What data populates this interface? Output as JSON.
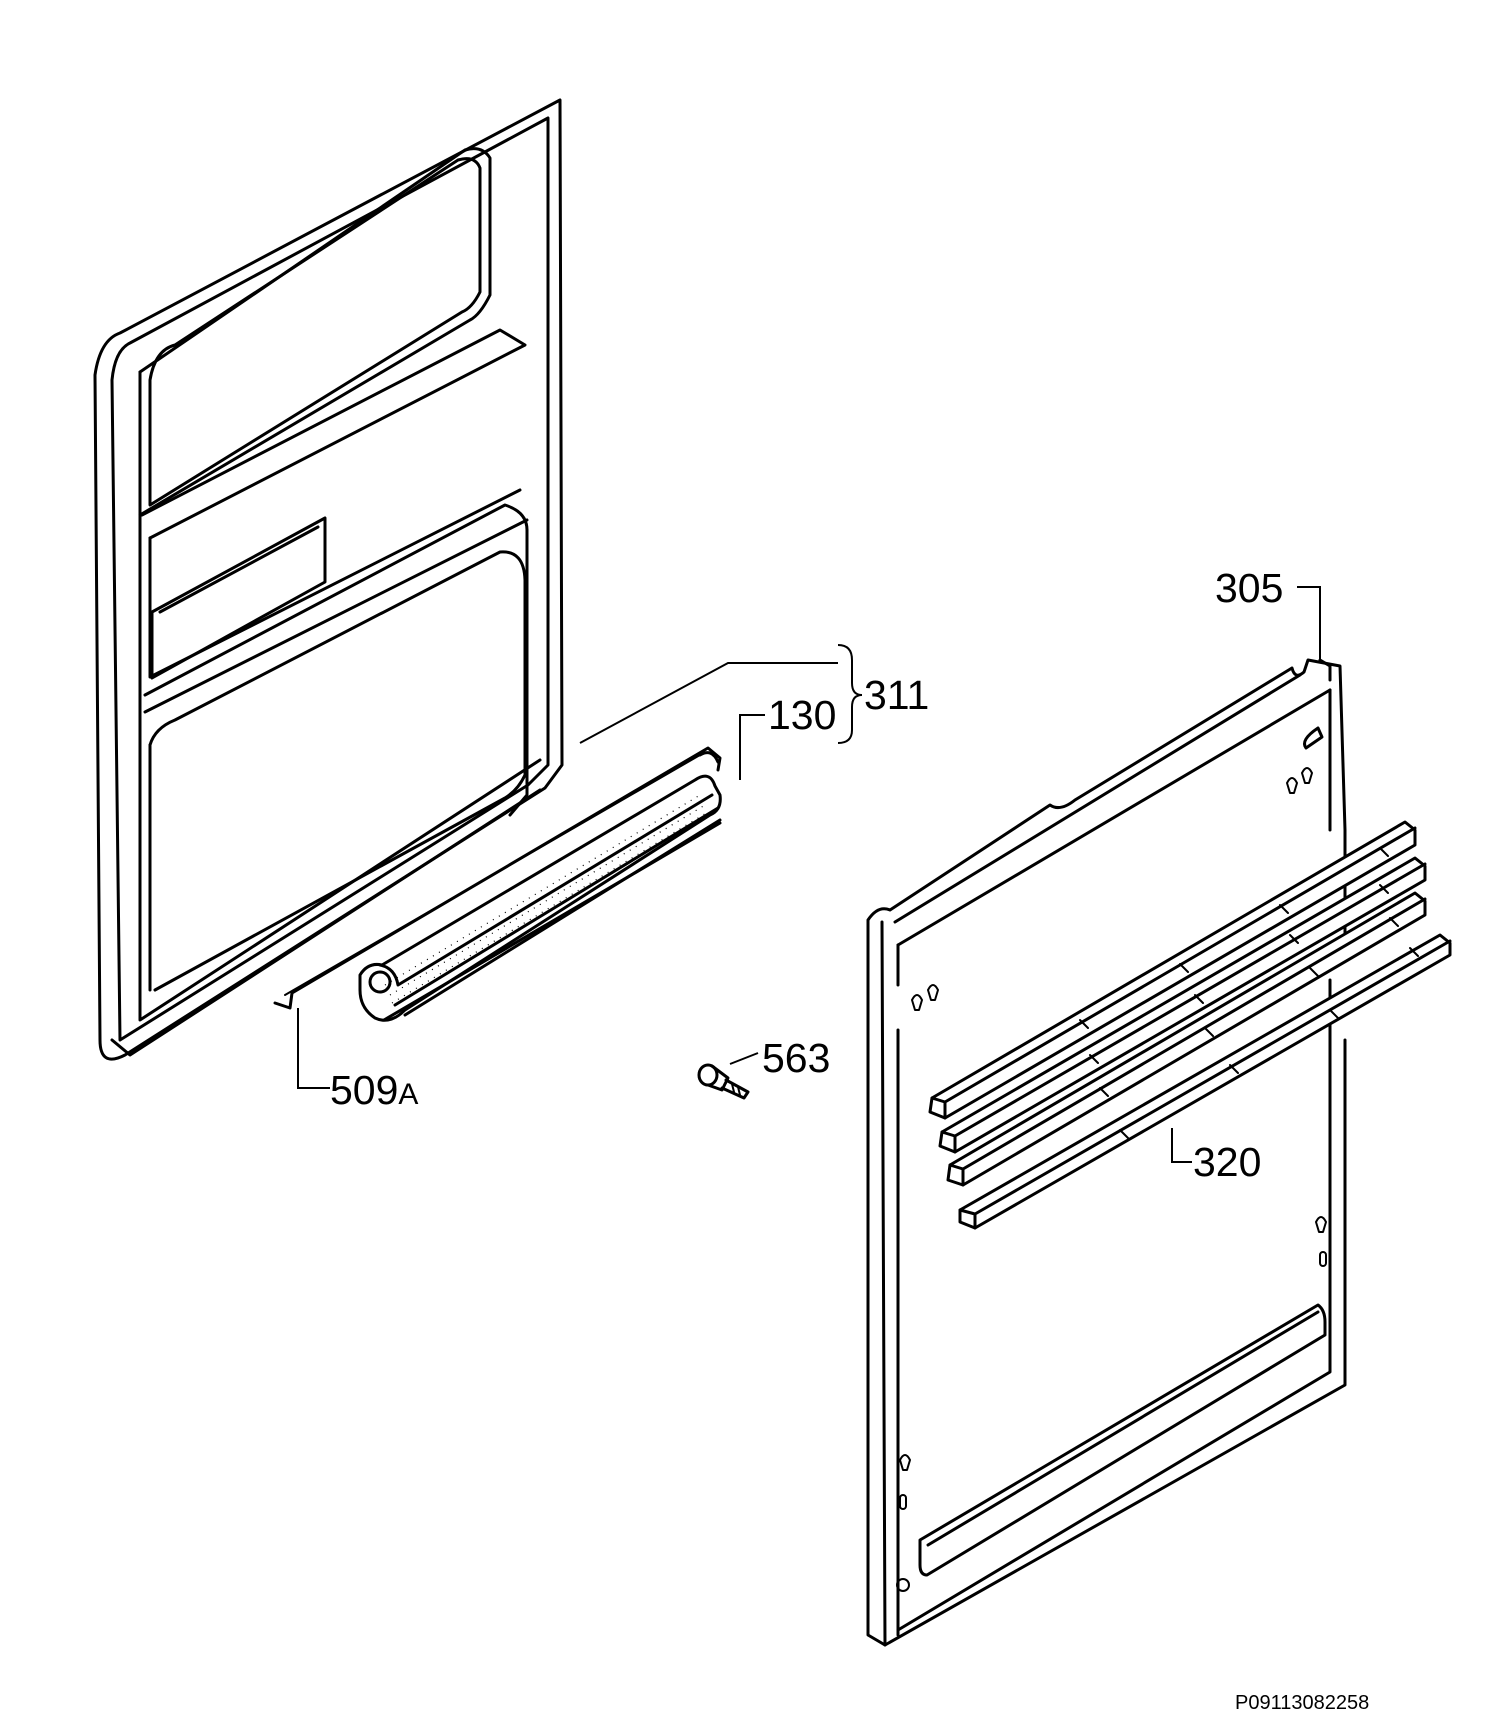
{
  "labels": {
    "p305": "305",
    "p311": "311",
    "p130": "130",
    "p509_num": "509",
    "p509_suffix": "A",
    "p563": "563",
    "p320": "320"
  },
  "drawing_code": "P09113082258",
  "parts": [
    "inner-door-panel",
    "door-seal",
    "door-seal-wire",
    "screw",
    "outer-door-panel",
    "trim-strips"
  ]
}
